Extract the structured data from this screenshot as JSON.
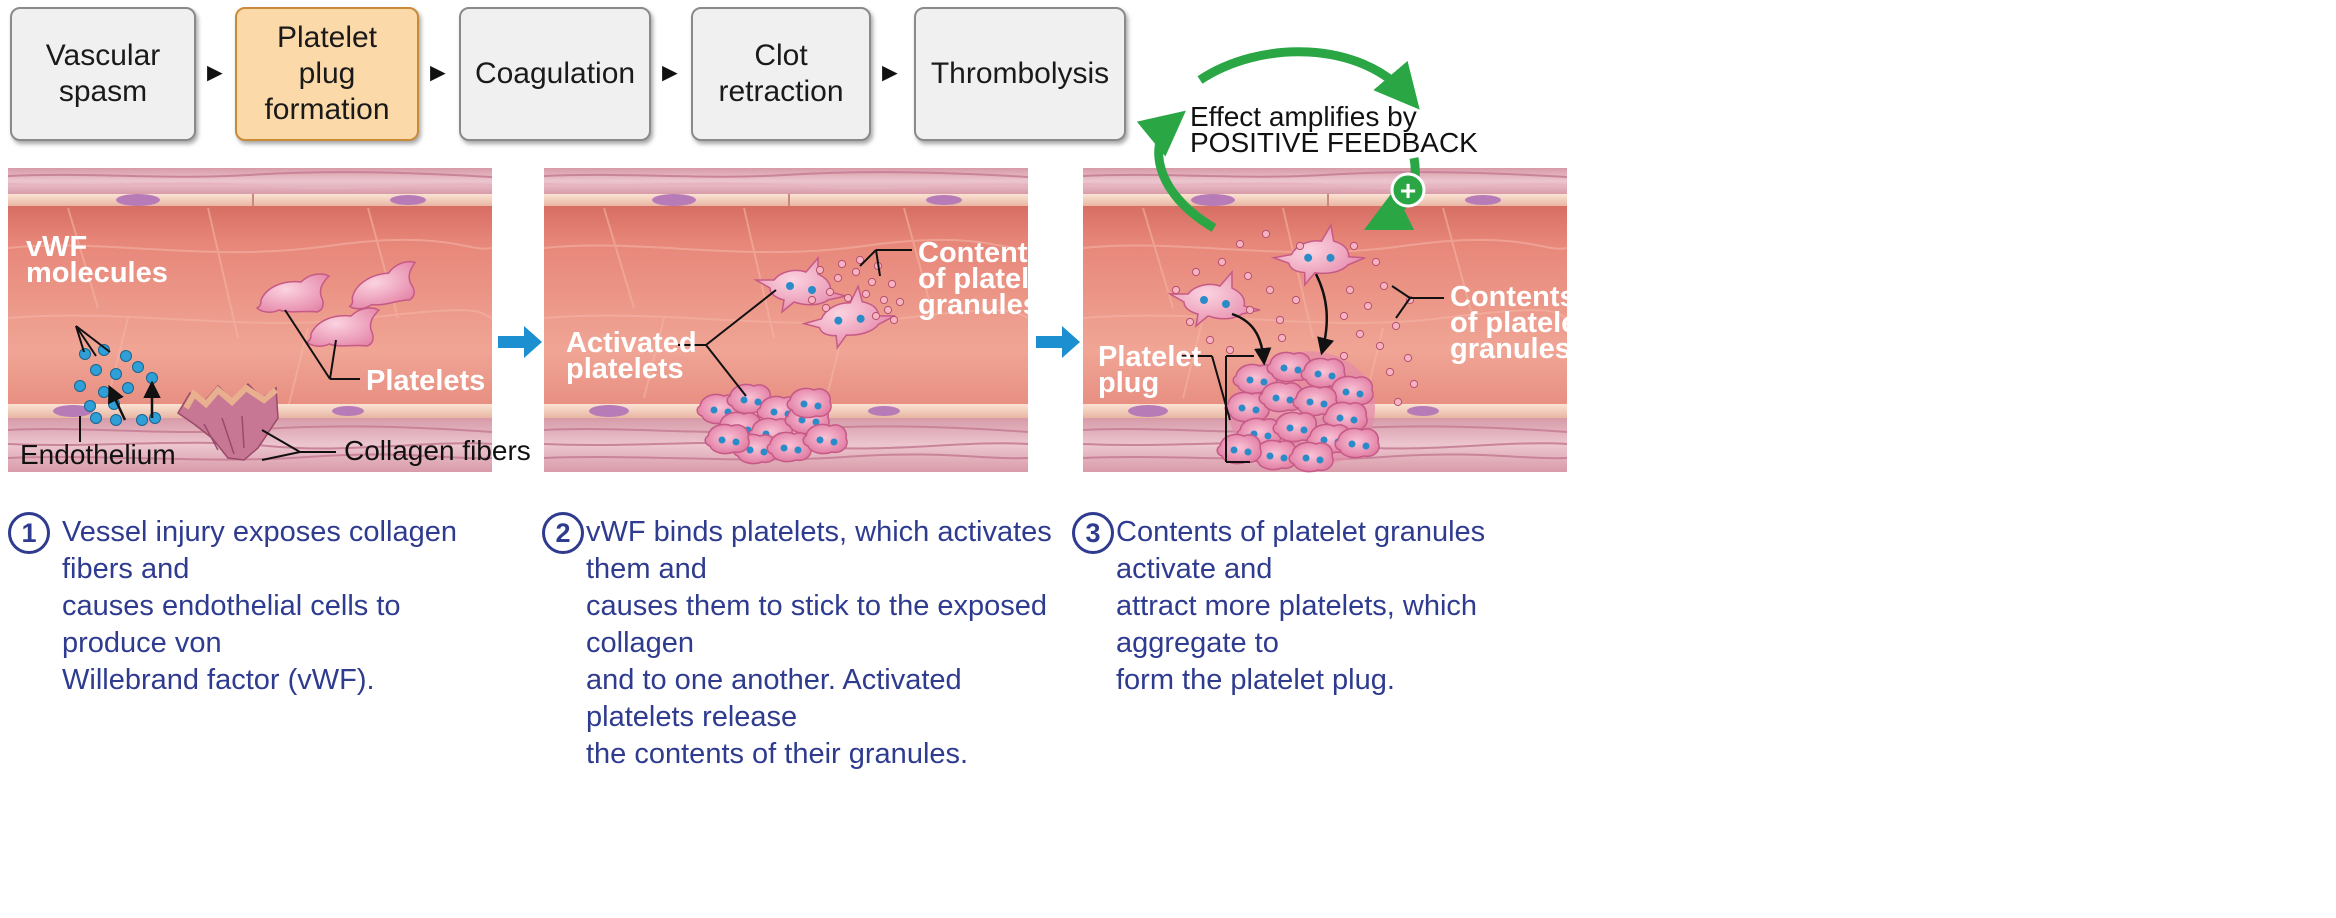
{
  "flowchart": {
    "steps": [
      {
        "label": "Vascular\nspasm"
      },
      {
        "label": "Platelet\nplug\nformation"
      },
      {
        "label": "Coagulation"
      },
      {
        "label": "Clot\nretraction"
      },
      {
        "label": "Thrombolysis"
      }
    ]
  },
  "panel1": {
    "vwf_label_line1": "vWF",
    "vwf_label_line2": "molecules",
    "platelets_label": "Platelets",
    "endothelium_label": "Endothelium",
    "collagen_label": "Collagen fibers"
  },
  "panel2": {
    "activated_line1": "Activated",
    "activated_line2": "platelets",
    "contents_line1": "Contents",
    "contents_line2": "of platelet",
    "contents_line3": "granules"
  },
  "panel3": {
    "feedback_line1": "Effect amplifies by",
    "feedback_line2": "POSITIVE FEEDBACK",
    "plus_symbol": "+",
    "plug_line1": "Platelet",
    "plug_line2": "plug",
    "contents_line1": "Contents",
    "contents_line2": "of platelet",
    "contents_line3": "granules"
  },
  "captions": [
    {
      "number": "1",
      "lines": [
        "Vessel injury exposes collagen fibers and",
        "causes endothelial cells to produce von",
        "Willebrand factor (vWF)."
      ]
    },
    {
      "number": "2",
      "lines": [
        "vWF binds platelets, which activates them and",
        "causes them to stick to the exposed collagen",
        "and to one another. Activated platelets release",
        "the contents of their granules."
      ]
    },
    {
      "number": "3",
      "lines": [
        "Contents of platelet granules activate and",
        "attract more platelets, which aggregate to",
        "form the platelet plug."
      ]
    }
  ],
  "colors": {
    "active_step": "#fcd9a8",
    "caption_blue": "#2e3b8f",
    "feedback_green": "#2aa645",
    "panel_arrow_blue": "#1b8fd0"
  }
}
